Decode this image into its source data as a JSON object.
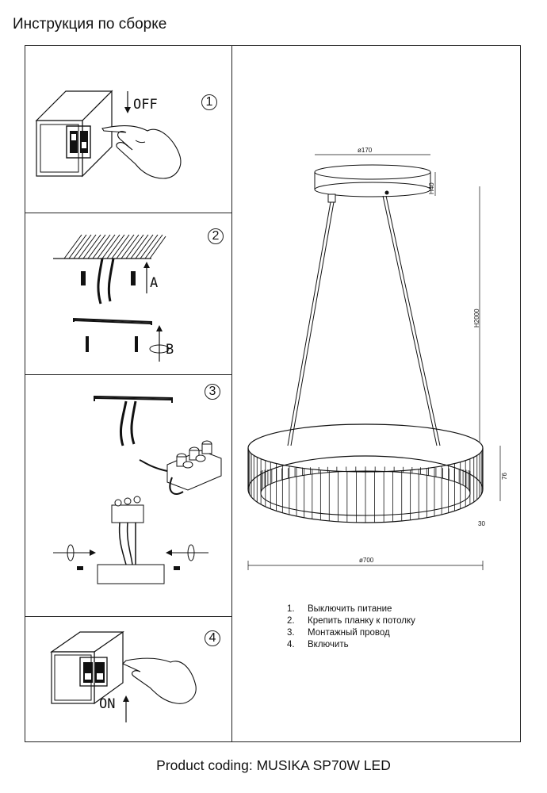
{
  "title": "Инструкция по сборке",
  "steps": [
    {
      "num": "1",
      "label": "OFF"
    },
    {
      "num": "2",
      "label": "A",
      "label2": "B"
    },
    {
      "num": "3"
    },
    {
      "num": "4",
      "label": "ON"
    }
  ],
  "dimensions": {
    "canopy_diameter": "ø170",
    "canopy_height": "H40",
    "cable_length": "H2000",
    "ring_height": "76",
    "ring_depth": "30",
    "ring_diameter": "ø700"
  },
  "legend": [
    {
      "n": "1.",
      "text": "Выключить питание"
    },
    {
      "n": "2.",
      "text": "Крепить планку к потолку"
    },
    {
      "n": "3.",
      "text": "Монтажный провод"
    },
    {
      "n": "4.",
      "text": "Включить"
    }
  ],
  "footer": "Product coding: MUSIKA SP70W LED"
}
